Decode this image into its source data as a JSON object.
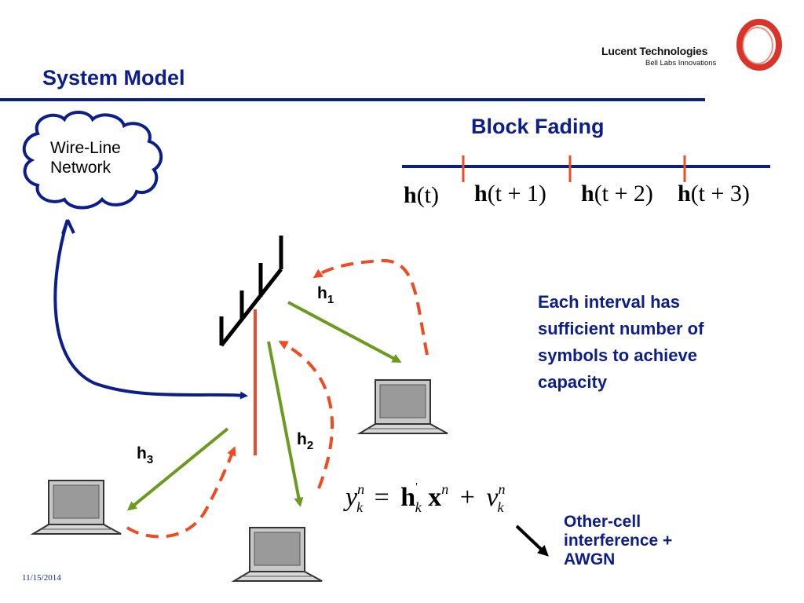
{
  "header": {
    "title": "System Model",
    "brand": {
      "name": "Lucent Technologies",
      "tagline": "Bell Labs Innovations",
      "logo_color": "#d8342a"
    }
  },
  "colors": {
    "title_blue": "#0c1e8c",
    "link_green": "#6b9a1f",
    "feedback_red": "#f04a22",
    "tower_red": "#ef4a2a",
    "backhaul_blue": "#0c1e8c"
  },
  "cloud": {
    "line1": "Wire-Line",
    "line2": "Network"
  },
  "block_fading": {
    "heading": "Block Fading",
    "intervals": [
      {
        "bold": "h",
        "rest": "(t)",
        "italic_t": true
      },
      {
        "bold": "h",
        "rest": "(t + 1)"
      },
      {
        "bold": "h",
        "rest": "(t + 2)"
      },
      {
        "bold": "h",
        "rest": "(t + 3)"
      }
    ]
  },
  "channels": [
    {
      "h": "h",
      "sub": "1"
    },
    {
      "h": "h",
      "sub": "2"
    },
    {
      "h": "h",
      "sub": "3"
    }
  ],
  "interval_note": {
    "lines": [
      "Each interval has",
      "sufficient number of",
      "symbols to achieve",
      "capacity"
    ]
  },
  "equation": {
    "y": "y",
    "y_sup": "n",
    "y_sub": "k",
    "eq": "=",
    "h": "h",
    "h_prime": "'",
    "h_sub": "k",
    "x": "x",
    "x_sup": "n",
    "plus": "+",
    "v": "v",
    "v_sup": "n",
    "v_sub": "k"
  },
  "interference_note": {
    "lines": [
      "Other-cell",
      "interference +",
      "AWGN"
    ]
  },
  "footer": {
    "date": "11/15/2014"
  },
  "icons": {
    "antenna": "antenna-icon",
    "laptop": "laptop-icon",
    "cloud": "cloud-icon",
    "logo": "lucent-ring-icon"
  }
}
